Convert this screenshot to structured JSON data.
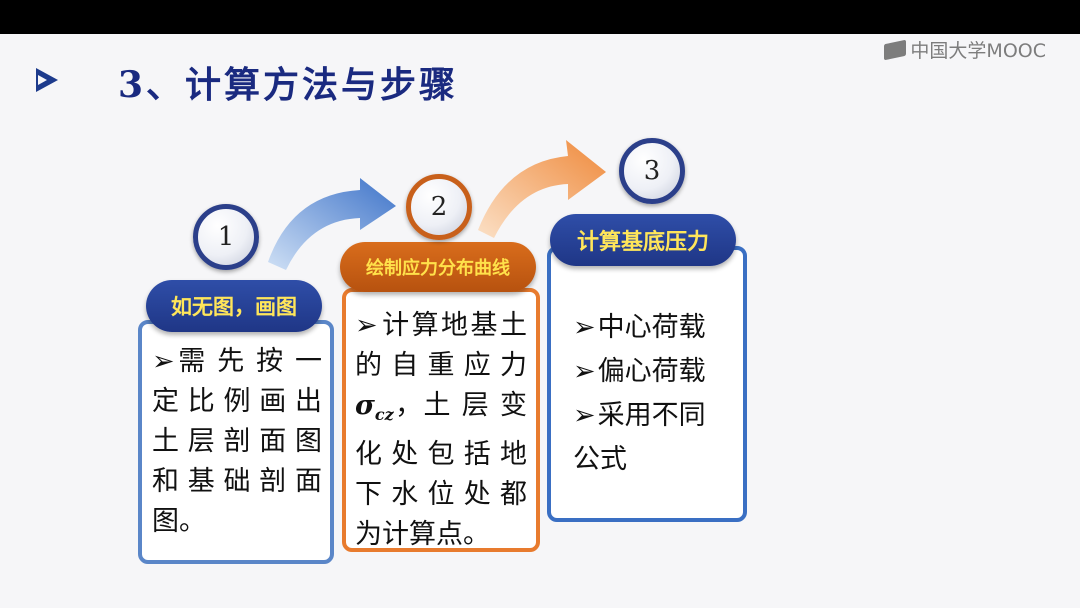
{
  "watermark": {
    "text": "中国大学MOOC",
    "icon": "mooc-logo-icon"
  },
  "title": {
    "bullet_icon": "arrow-bullet-icon",
    "text": "3、计算方法与步骤"
  },
  "steps": [
    {
      "number": "1",
      "label": "如无图，画图",
      "lines": [
        "需 先 按 一",
        "定 比 例 画 出",
        "土 层 剖 面 图",
        "和 基 础 剖 面",
        "图。"
      ],
      "color": "#2b3f8a"
    },
    {
      "number": "2",
      "label": "绘制应力分布曲线",
      "lines": [
        "计算地基土",
        "的 自 重 应 力",
        "，土 层 变",
        "化 处 包 括 地",
        "下 水 位 处 都",
        "为计算点。"
      ],
      "sigma": "σ",
      "sigma_sub": "cz",
      "color": "#c8601b"
    },
    {
      "number": "3",
      "label": "计算基底压力",
      "lines": [
        "中心荷载",
        "偏心荷载",
        "采用不同",
        "公式"
      ],
      "color": "#2b3f8a"
    }
  ],
  "bullet_glyph": "➢",
  "colors": {
    "accent_blue": "#1f3686",
    "accent_orange": "#d96d1c",
    "label_yellow": "#ffe65a",
    "title_blue": "#1a2a80"
  }
}
